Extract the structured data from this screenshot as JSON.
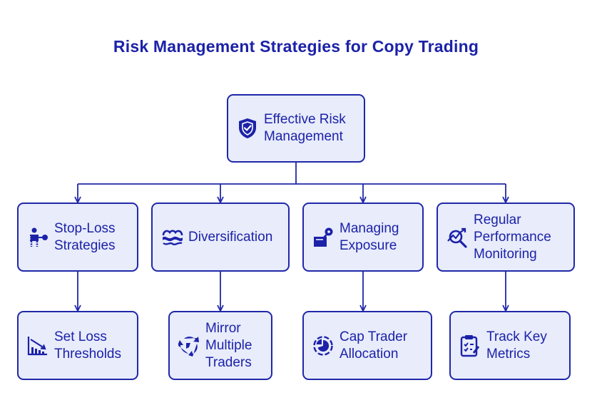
{
  "title": "Risk Management Strategies for Copy Trading",
  "colors": {
    "primary": "#1c22a8",
    "node_fill": "#e8ecfb",
    "connector": "#2028a8"
  },
  "nodes": {
    "root": {
      "label": "Effective Risk\nManagement",
      "icon": "shield-check-icon"
    },
    "stop_loss": {
      "label": "Stop-Loss\nStrategies",
      "icon": "person-stop-icon"
    },
    "diversification": {
      "label": "Diversification",
      "icon": "waves-icon"
    },
    "exposure": {
      "label": "Managing\nExposure",
      "icon": "pin-box-icon"
    },
    "monitoring": {
      "label": "Regular\nPerformance\nMonitoring",
      "icon": "trend-search-icon"
    },
    "set_loss": {
      "label": "Set Loss\nThresholds",
      "icon": "down-chart-icon"
    },
    "mirror": {
      "label": "Mirror\nMultiple\nTraders",
      "icon": "recycle-icon"
    },
    "cap": {
      "label": "Cap Trader\nAllocation",
      "icon": "pie-target-icon"
    },
    "track": {
      "label": "Track Key\nMetrics",
      "icon": "clipboard-check-icon"
    }
  }
}
